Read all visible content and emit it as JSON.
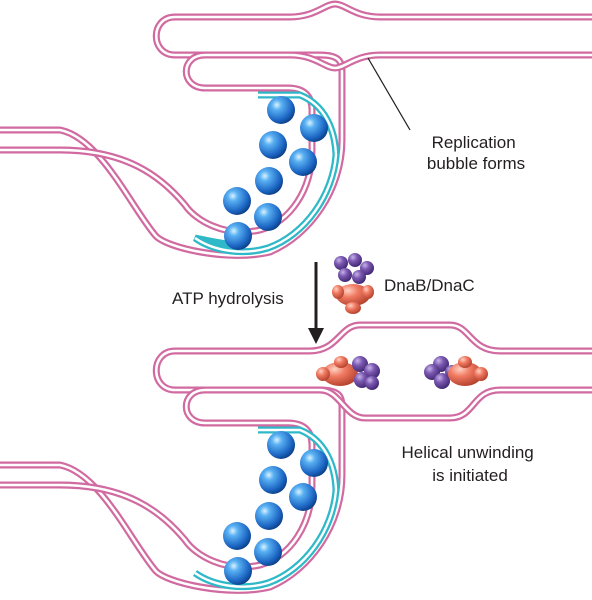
{
  "labels": {
    "bubble_forms": [
      "Replication",
      "bubble forms"
    ],
    "atp_hydrolysis": "ATP hydrolysis",
    "helicase_loader": "DnaB/DnaC",
    "unwinding": [
      "Helical unwinding",
      "is initiated"
    ]
  },
  "colors": {
    "dna_strand": "#d16aa0",
    "dna_bound_region": "#2fb9c8",
    "dnaA_protein": "#1f6fd0",
    "dnaB_subunit": "#7b58b0",
    "dnaC_subunit": "#f07a62",
    "arrow": "#231f20"
  }
}
